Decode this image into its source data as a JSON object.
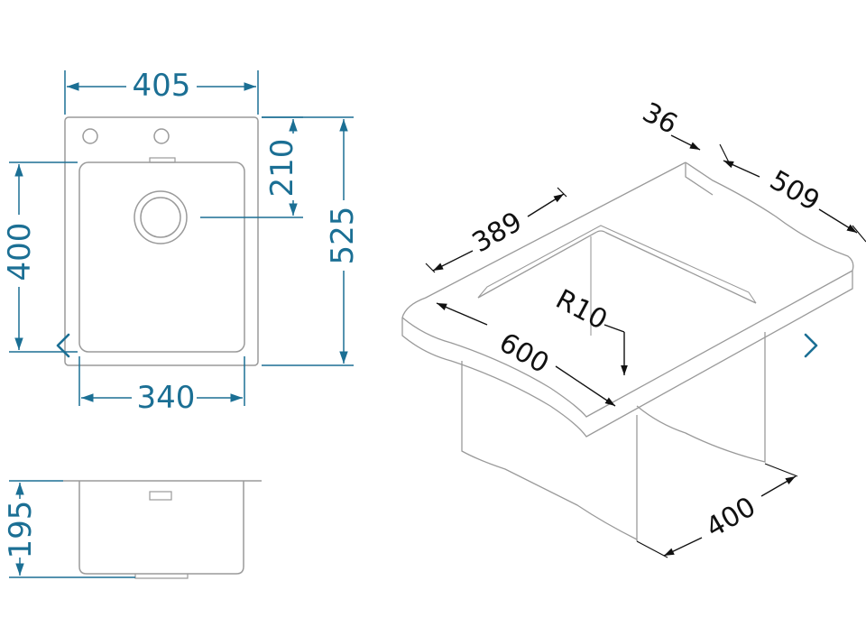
{
  "colors": {
    "dimension": "#1b6f94",
    "outline": "#9a9a9a",
    "iso_line": "#222222",
    "nav": "#1b6f94"
  },
  "top_view": {
    "width_total": "405",
    "depth_total": "525",
    "bowl_depth": "400",
    "bowl_width": "340",
    "drain_offset": "210"
  },
  "side_view": {
    "height": "195"
  },
  "iso_view": {
    "d36": "36",
    "d509": "509",
    "d389": "389",
    "radius": "R10",
    "d600": "600",
    "d400": "400"
  },
  "navigation": {
    "prev_icon": "chevron-left-icon",
    "next_icon": "chevron-right-icon"
  }
}
